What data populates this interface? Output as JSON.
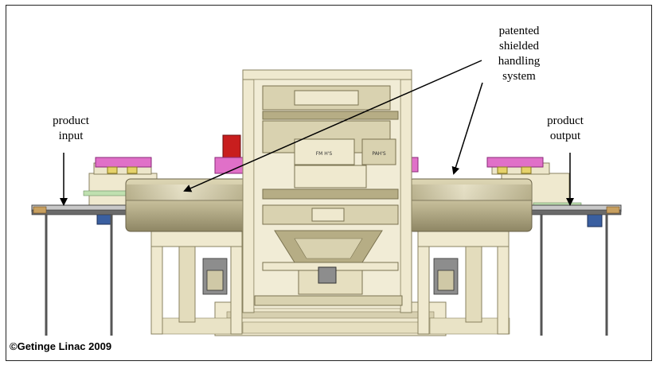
{
  "labels": {
    "product_input": [
      "product",
      "input"
    ],
    "product_output": [
      "product",
      "output"
    ],
    "handling_system": [
      "patented",
      "shielded",
      "handling",
      "system"
    ],
    "copyright": "©Getinge Linac 2009",
    "plate_left": "FM H'S",
    "plate_right": "PAH'S"
  },
  "colors": {
    "frame_cream": "#efe9cf",
    "frame_shadow": "#b6ad85",
    "drum": "#c4bc98",
    "drum_dark": "#8e8664",
    "magenta": "#e070c8",
    "red": "#c81e1e",
    "conveyor": "#6a6a6a",
    "blue_box": "#3a5fa0"
  }
}
